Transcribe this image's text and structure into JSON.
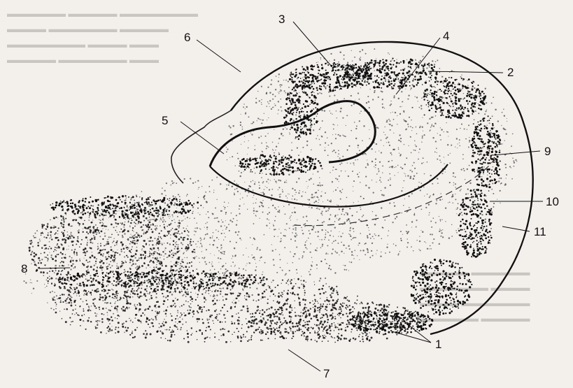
{
  "figure": {
    "labels": [
      {
        "id": "1",
        "text": "1"
      },
      {
        "id": "2",
        "text": "2"
      },
      {
        "id": "3",
        "text": "3"
      },
      {
        "id": "4",
        "text": "4"
      },
      {
        "id": "5",
        "text": "5"
      },
      {
        "id": "6",
        "text": "6"
      },
      {
        "id": "7",
        "text": "7"
      },
      {
        "id": "8",
        "text": "8"
      },
      {
        "id": "9",
        "text": "9"
      },
      {
        "id": "10",
        "text": "10"
      },
      {
        "id": "11",
        "text": "11"
      }
    ]
  },
  "colors": {
    "ink": "#111111",
    "paper": "#f3f0ec",
    "bleed_through": "#c9c6c2"
  }
}
